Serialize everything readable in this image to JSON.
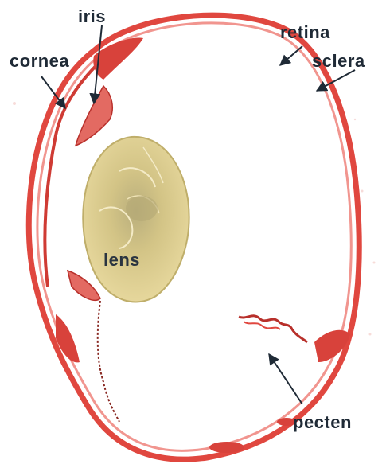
{
  "labels": {
    "iris": "iris",
    "retina": "retina",
    "cornea": "cornea",
    "sclera": "sclera",
    "lens": "lens",
    "pecten": "pecten"
  },
  "colors": {
    "tissue": "#e0473f",
    "tissue_dark": "#b8302b",
    "tissue_light": "#f08a83",
    "lens_fill": "#d9c98a",
    "lens_core": "#c7b672",
    "lens_edge": "#bfae6a",
    "label_text": "#1f2a36",
    "arrow": "#1f2a36",
    "background": "#ffffff"
  }
}
